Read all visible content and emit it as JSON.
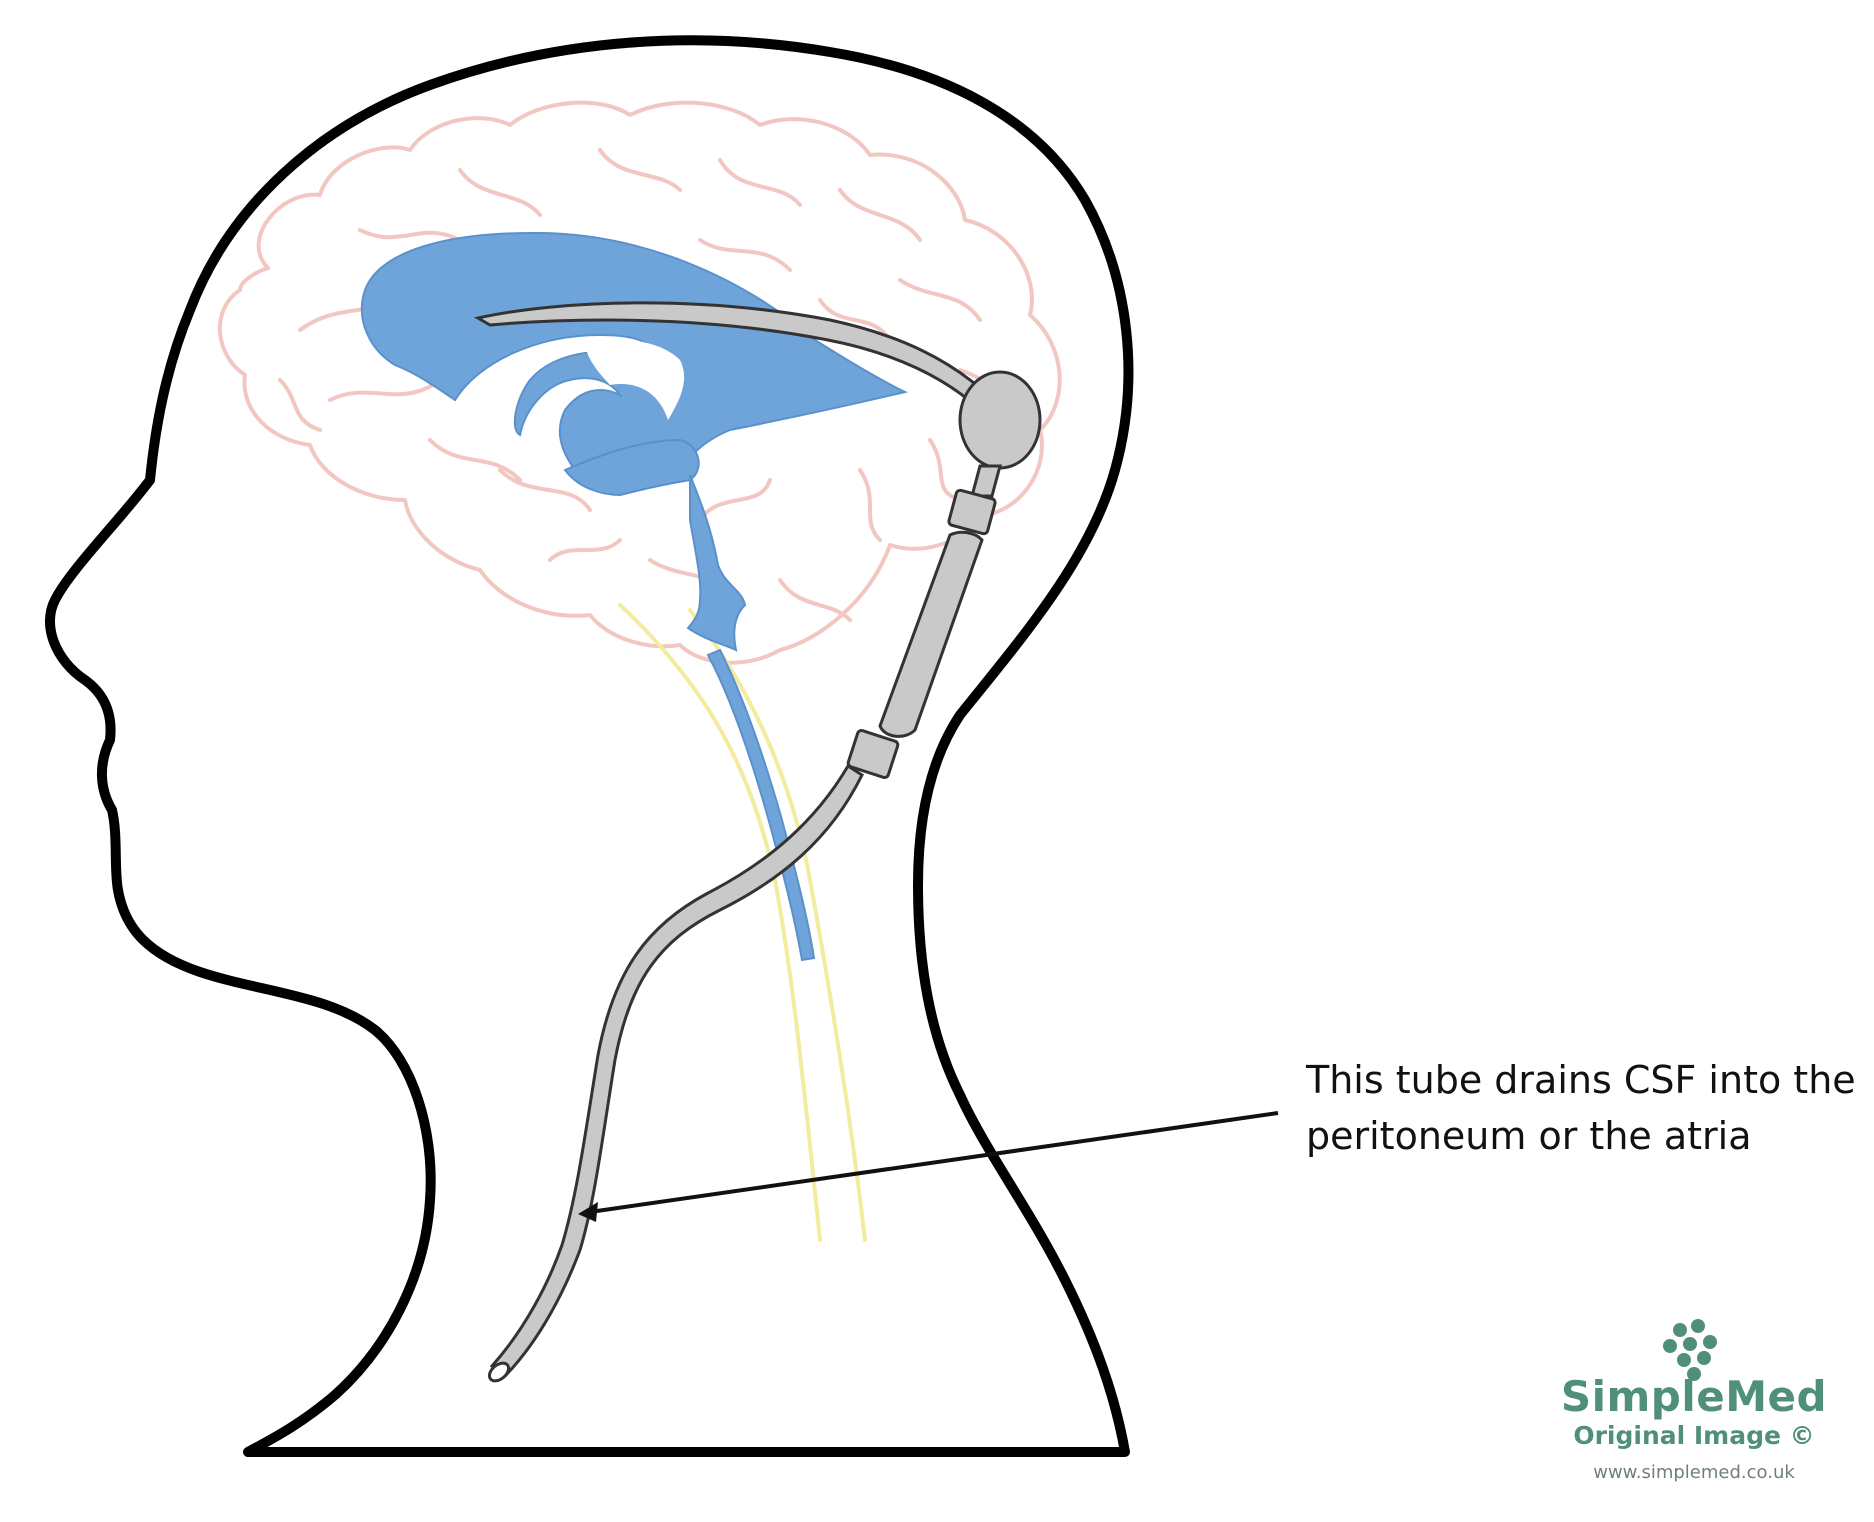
{
  "annotation": {
    "line1": "This tube drains CSF into the",
    "line2": "peritoneum or the atria"
  },
  "watermark": {
    "brand": "SimpleMed",
    "subtitle": "Original Image ©",
    "url": "www.simplemed.co.uk",
    "color": "#4f8f7c"
  },
  "colors": {
    "head_outline": "#000000",
    "brain_outline": "#f2c6c1",
    "ventricles": "#6fa4db",
    "shunt_fill": "#c9c9c9",
    "shunt_outline": "#333333",
    "spinal_nerves": "#f3ec9f"
  }
}
